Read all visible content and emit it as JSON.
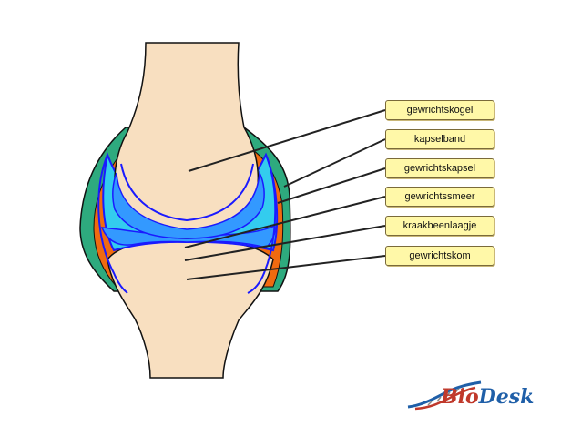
{
  "diagram": {
    "labels": [
      "gewrichtskogel",
      "kapselband",
      "gewrichtskapsel",
      "gewrichtssmeer",
      "kraakbeenlaagje",
      "gewrichtskom"
    ],
    "colors": {
      "bone": "#f8dfc0",
      "ligament": "#2eaa7e",
      "capsule": "#f06a10",
      "synovia": "#33ccee",
      "cartilage": "#3399ff",
      "outline": "#1a1aff",
      "label_fill": "#fff8a8"
    }
  },
  "logo": {
    "bio": "Bio",
    "desk": "Desk"
  }
}
